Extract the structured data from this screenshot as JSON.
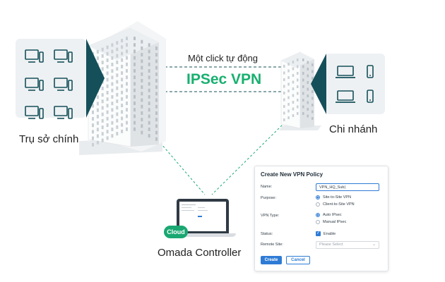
{
  "vpn_link": {
    "subtitle": "Một click tự động",
    "title": "IPSec VPN"
  },
  "headquarters": {
    "label": "Trụ sở chính"
  },
  "branch": {
    "label": "Chi nhánh"
  },
  "controller": {
    "label": "Omada Controller",
    "cloud_badge": "Cloud"
  },
  "colors": {
    "accent_green": "#19b070",
    "dark_teal": "#15505a",
    "panel_bg": "#eef1f3",
    "link_blue": "#2e7bd6"
  },
  "vpn_form": {
    "title": "Create New VPN Policy",
    "name_label": "Name:",
    "name_value": "VPN_HQ_Sub|",
    "purpose_label": "Purpose:",
    "purpose_options": [
      "Site-to-Site VPN",
      "Client-to-Site VPN"
    ],
    "vpn_type_label": "VPN Type:",
    "vpn_type_options": [
      "Auto IPsec",
      "Manual IPsec"
    ],
    "status_label": "Status:",
    "status_option": "Enable",
    "remote_site_label": "Remote Site:",
    "remote_site_placeholder": "Please Select",
    "create_button": "Create",
    "cancel_button": "Cancel"
  }
}
